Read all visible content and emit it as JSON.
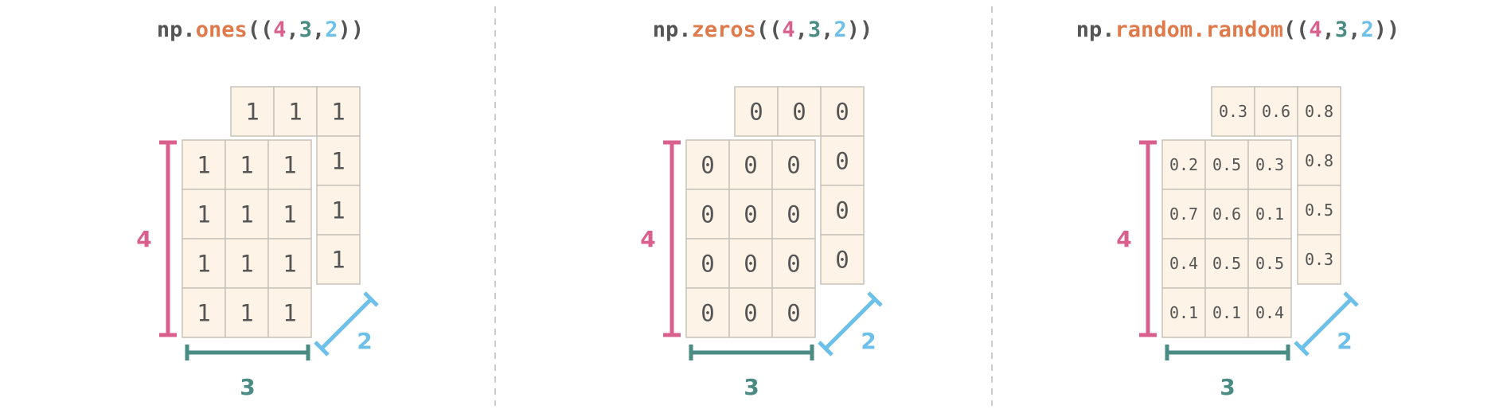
{
  "colors": {
    "np": "#555555",
    "func": "#e07a4a",
    "dim_4": "#d95f8c",
    "dim_3": "#4a8c84",
    "dim_2": "#6cc0ea",
    "paren": "#555555"
  },
  "panels": [
    {
      "title": {
        "prefix": "np.",
        "func": "ones",
        "open": "((",
        "d4": "4",
        "c1": ",",
        "d3": "3",
        "c2": ",",
        "d2": "2",
        "close": "))"
      },
      "front": [
        [
          "1",
          "1",
          "1"
        ],
        [
          "1",
          "1",
          "1"
        ],
        [
          "1",
          "1",
          "1"
        ],
        [
          "1",
          "1",
          "1"
        ]
      ],
      "back_top": [
        "1",
        "1",
        "1"
      ],
      "back_right": [
        "1",
        "1",
        "1"
      ],
      "dims": {
        "rows": "4",
        "cols": "3",
        "depth": "2"
      }
    },
    {
      "title": {
        "prefix": "np.",
        "func": "zeros",
        "open": "((",
        "d4": "4",
        "c1": ",",
        "d3": "3",
        "c2": ",",
        "d2": "2",
        "close": "))"
      },
      "front": [
        [
          "0",
          "0",
          "0"
        ],
        [
          "0",
          "0",
          "0"
        ],
        [
          "0",
          "0",
          "0"
        ],
        [
          "0",
          "0",
          "0"
        ]
      ],
      "back_top": [
        "0",
        "0",
        "0"
      ],
      "back_right": [
        "0",
        "0",
        "0"
      ],
      "dims": {
        "rows": "4",
        "cols": "3",
        "depth": "2"
      }
    },
    {
      "title": {
        "prefix": "np.",
        "func": "random.random",
        "open": "((",
        "d4": "4",
        "c1": ",",
        "d3": "3",
        "c2": ",",
        "d2": "2",
        "close": "))"
      },
      "front": [
        [
          "0.2",
          "0.5",
          "0.3"
        ],
        [
          "0.7",
          "0.6",
          "0.1"
        ],
        [
          "0.4",
          "0.5",
          "0.5"
        ],
        [
          "0.1",
          "0.1",
          "0.4"
        ]
      ],
      "back_top": [
        "0.3",
        "0.6",
        "0.8"
      ],
      "back_right": [
        "0.8",
        "0.5",
        "0.3"
      ],
      "dims": {
        "rows": "4",
        "cols": "3",
        "depth": "2"
      }
    }
  ]
}
